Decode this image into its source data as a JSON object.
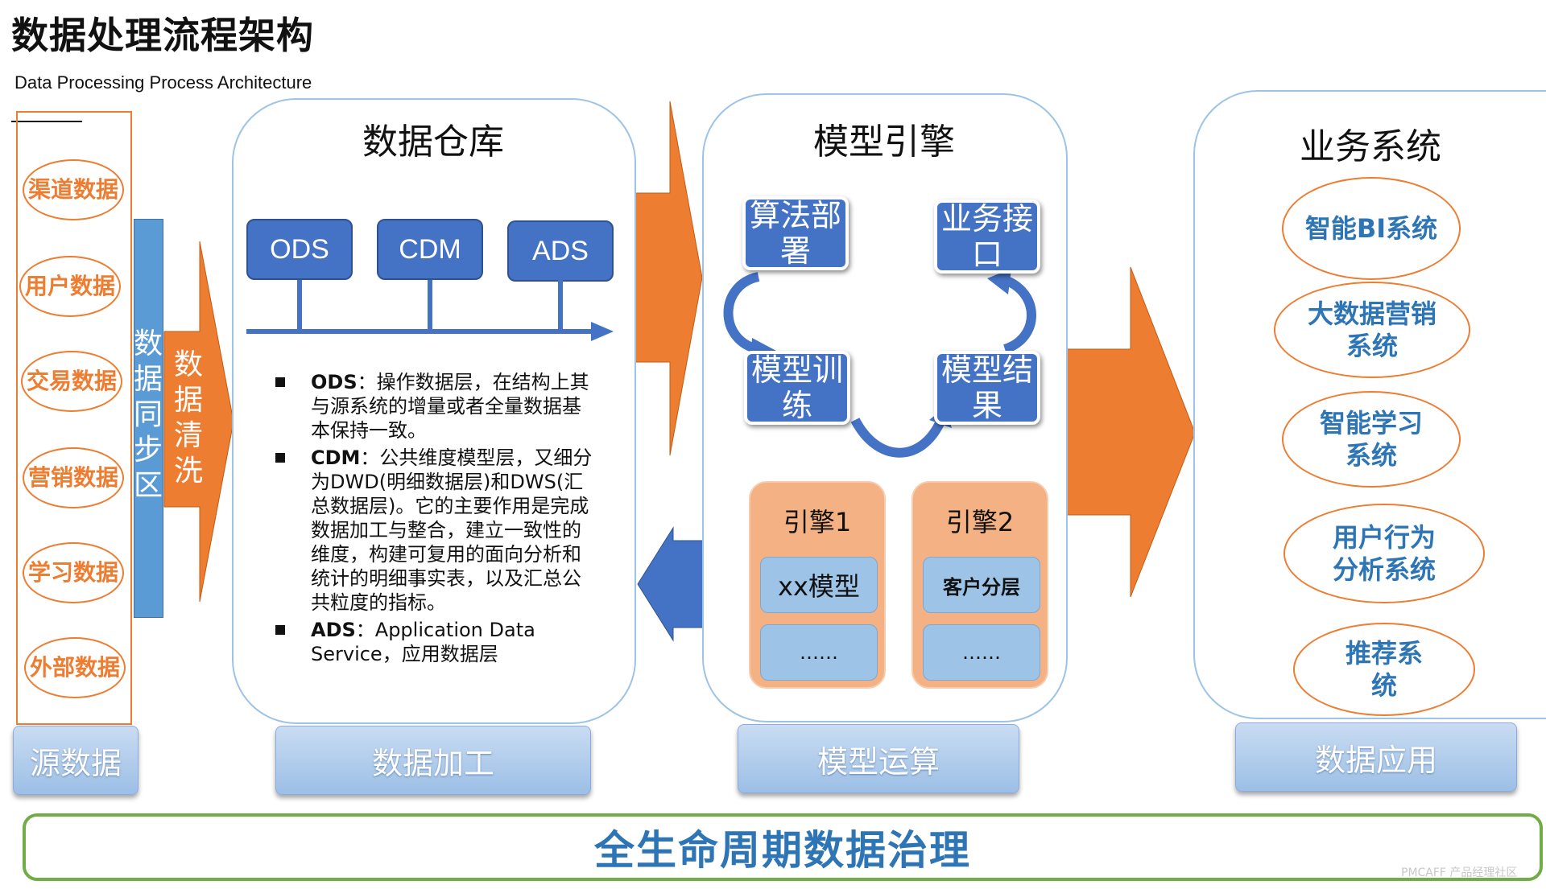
{
  "header": {
    "title": "数据处理流程架构",
    "subtitle": "Data Processing Process Architecture"
  },
  "source": {
    "items": [
      "渠道数据",
      "用户数据",
      "交易数据",
      "营销数据",
      "学习数据",
      "外部数据"
    ],
    "sync_label": "数据同步区",
    "clean_label": "数据清洗"
  },
  "warehouse": {
    "title": "数据仓库",
    "layers": [
      "ODS",
      "CDM",
      "ADS"
    ],
    "notes": [
      {
        "term": "ODS",
        "text": "：操作数据层，在结构上其与源系统的增量或者全量数据基本保持一致。"
      },
      {
        "term": "CDM",
        "text": "：公共维度模型层，又细分为DWD(明细数据层)和DWS(汇总数据层)。它的主要作用是完成数据加工与整合，建立一致性的维度，构建可复用的面向分析和统计的明细事实表，以及汇总公共粒度的指标。"
      },
      {
        "term": "ADS",
        "text": "：Application Data Service，应用数据层"
      }
    ]
  },
  "engine": {
    "title": "模型引擎",
    "cycle": {
      "deploy": "算法部署",
      "api": "业务接口",
      "train": "模型训练",
      "result": "模型结果"
    },
    "groups": [
      {
        "title": "引擎1",
        "items": [
          "xx模型",
          "……"
        ]
      },
      {
        "title": "引擎2",
        "items": [
          "客户分层",
          "……"
        ]
      }
    ]
  },
  "business": {
    "title": "业务系统",
    "items": [
      "智能BI系统",
      "大数据营销系统",
      "智能学习系统",
      "用户行为分析系统",
      "推荐系统"
    ]
  },
  "stages": [
    "源数据",
    "数据加工",
    "模型运算",
    "数据应用"
  ],
  "governance": "全生命周期数据治理",
  "watermark": "PMCAFF 产品经理社区",
  "colors": {
    "orange": "#ED7D31",
    "blue": "#4472C4",
    "light_blue": "#9DC3E6",
    "salmon": "#F4B183",
    "green": "#70AD47",
    "text_blue": "#2E75B6"
  }
}
